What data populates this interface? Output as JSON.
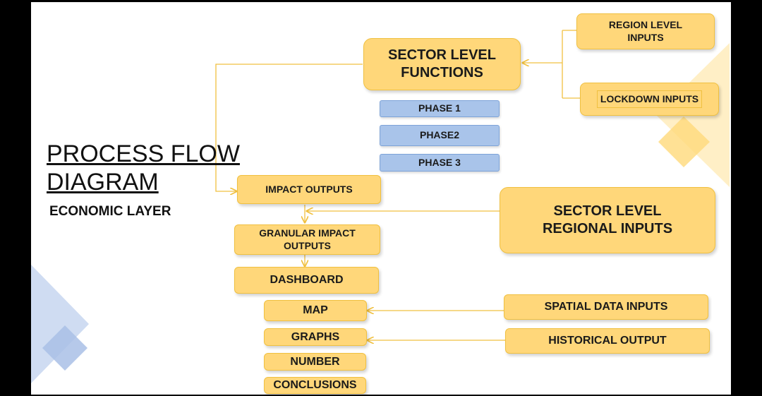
{
  "title_line1": "PROCESS FLOW",
  "title_line2": "DIAGRAM",
  "subtitle": "ECONOMIC LAYER",
  "nodes": {
    "sector_level_functions": "SECTOR LEVEL FUNCTIONS",
    "region_level_inputs": "REGION LEVEL INPUTS",
    "lockdown_inputs": "LOCKDOWN INPUTS",
    "phase_1": "PHASE 1",
    "phase_2": "PHASE2",
    "phase_3": "PHASE 3",
    "impact_outputs": "IMPACT OUTPUTS",
    "sector_level_regional_inputs": "SECTOR LEVEL REGIONAL INPUTS",
    "granular_impact_outputs": "GRANULAR IMPACT OUTPUTS",
    "dashboard": "DASHBOARD",
    "map": "MAP",
    "spatial_data_inputs": "SPATIAL DATA INPUTS",
    "graphs": "GRAPHS",
    "historical_output": "HISTORICAL OUTPUT",
    "number": "NUMBER",
    "conclusions": "CONCLUSIONS"
  },
  "colors": {
    "box_fill": "#ffd77a",
    "box_border": "#f0c040",
    "phase_fill": "#a9c4ea",
    "connector": "#f0c040"
  }
}
